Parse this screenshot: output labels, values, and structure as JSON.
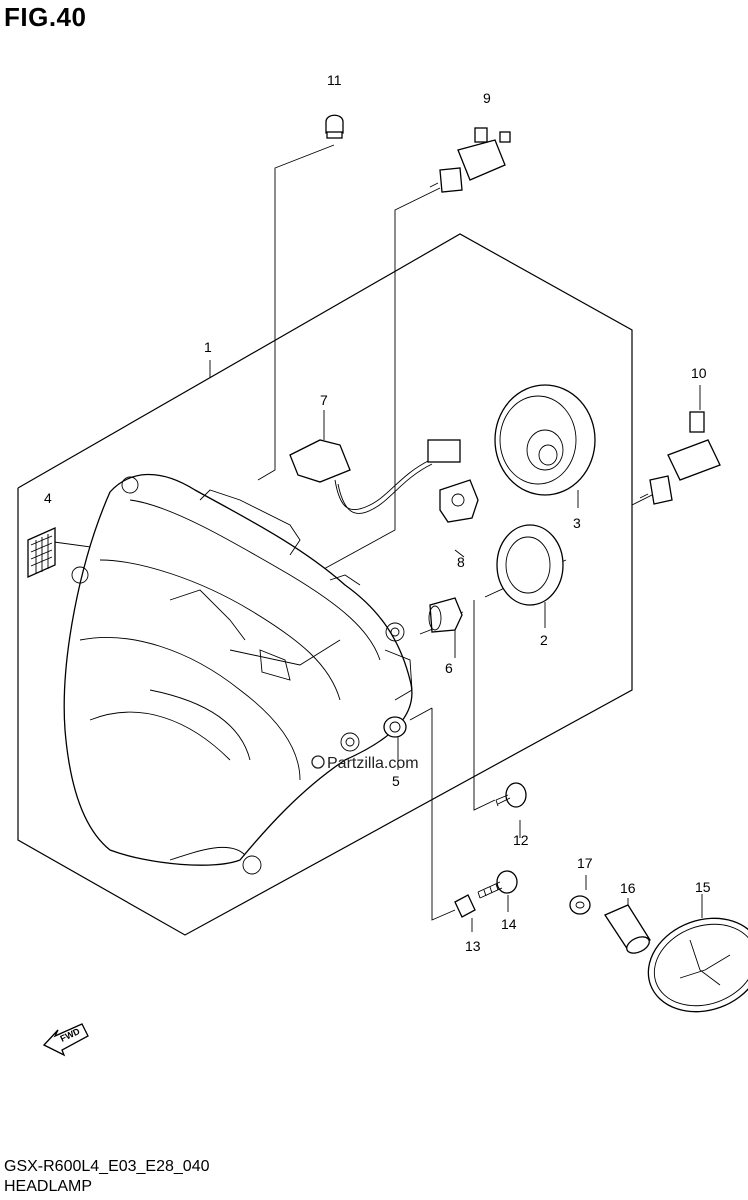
{
  "figure": {
    "title": "FIG.40",
    "model_code": "GSX-R600L4_E03_E28_040",
    "section_name": "HEADLAMP"
  },
  "watermark": "Partzilla.com",
  "direction_label": "FWD",
  "parts": [
    {
      "ref": "1"
    },
    {
      "ref": "2"
    },
    {
      "ref": "3"
    },
    {
      "ref": "4"
    },
    {
      "ref": "5"
    },
    {
      "ref": "6"
    },
    {
      "ref": "7"
    },
    {
      "ref": "8"
    },
    {
      "ref": "9"
    },
    {
      "ref": "10"
    },
    {
      "ref": "11"
    },
    {
      "ref": "12"
    },
    {
      "ref": "13"
    },
    {
      "ref": "14"
    },
    {
      "ref": "15"
    },
    {
      "ref": "16"
    },
    {
      "ref": "17"
    }
  ]
}
